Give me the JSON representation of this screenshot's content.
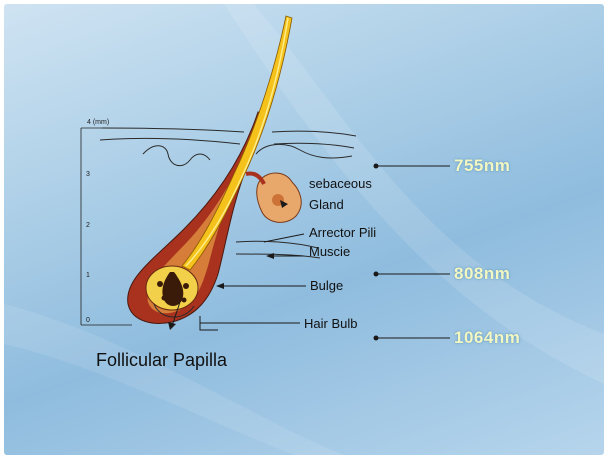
{
  "diagram": {
    "scale_labels": [
      "4 (mm)",
      "3",
      "2",
      "1",
      "0"
    ],
    "labels": {
      "sebaceous": "sebaceous",
      "gland": "Gland",
      "arrector_pili": "Arrector Pili",
      "muscle": "Muscie",
      "bulge": "Bulge",
      "hair_bulb": "Hair Bulb",
      "follicular_papilla": "Follicular Papilla"
    },
    "wavelengths": [
      "755nm",
      "808nm",
      "1064nm"
    ],
    "colors": {
      "wavelength_text": "#f3f7c2",
      "hair_shaft": "#f4c21a",
      "follicle_outer": "#a8321e",
      "gland": "#e8a86c",
      "background_top": "#cfe3f2",
      "background_mid": "#8fbcde"
    }
  }
}
